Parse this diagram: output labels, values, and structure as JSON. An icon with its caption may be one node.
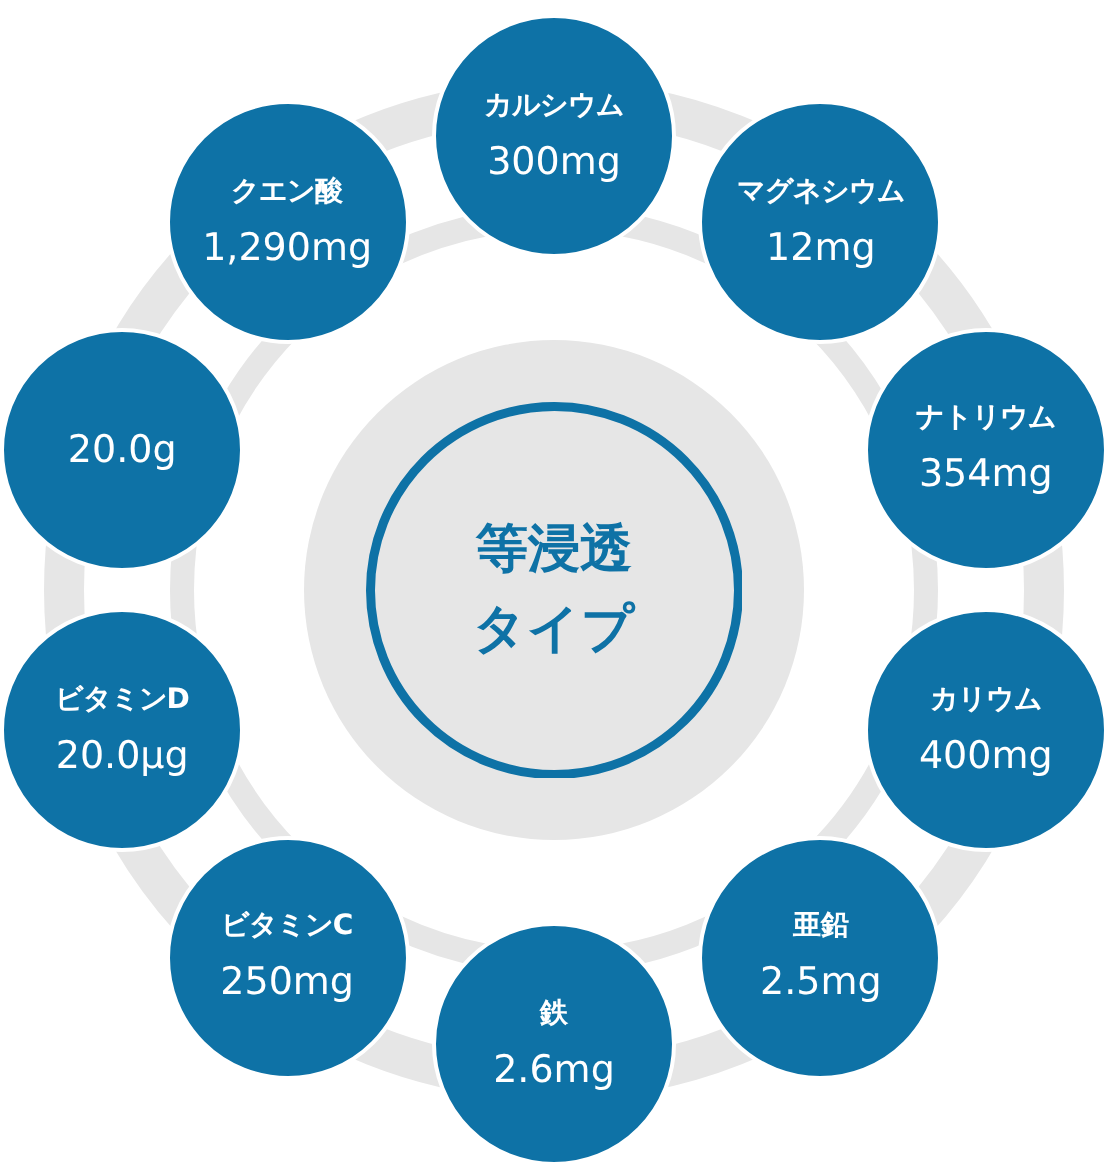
{
  "diagram": {
    "nodes": [
      {
        "text": [
          "等浸透タイプ"
        ]
      },
      {
        "text": [
          "カルシウム",
          "300mg"
        ]
      },
      {
        "text": [
          "マグネシウム",
          "12mg"
        ]
      },
      {
        "text": [
          "ナトリウム",
          "354mg"
        ]
      },
      {
        "text": [
          "カリウム",
          "400mg"
        ]
      },
      {
        "text": [
          "亜鉛",
          "2.5mg"
        ]
      },
      {
        "text": [
          "鉄",
          "2.6mg"
        ]
      },
      {
        "text": [
          "ビタミンC",
          "250mg"
        ]
      },
      {
        "text": [
          "ビタミンD",
          "20.0μg"
        ]
      },
      {
        "text": [
          "20.0g"
        ]
      },
      {
        "text": [
          "クエン酸",
          "1,290mg"
        ]
      }
    ]
  }
}
